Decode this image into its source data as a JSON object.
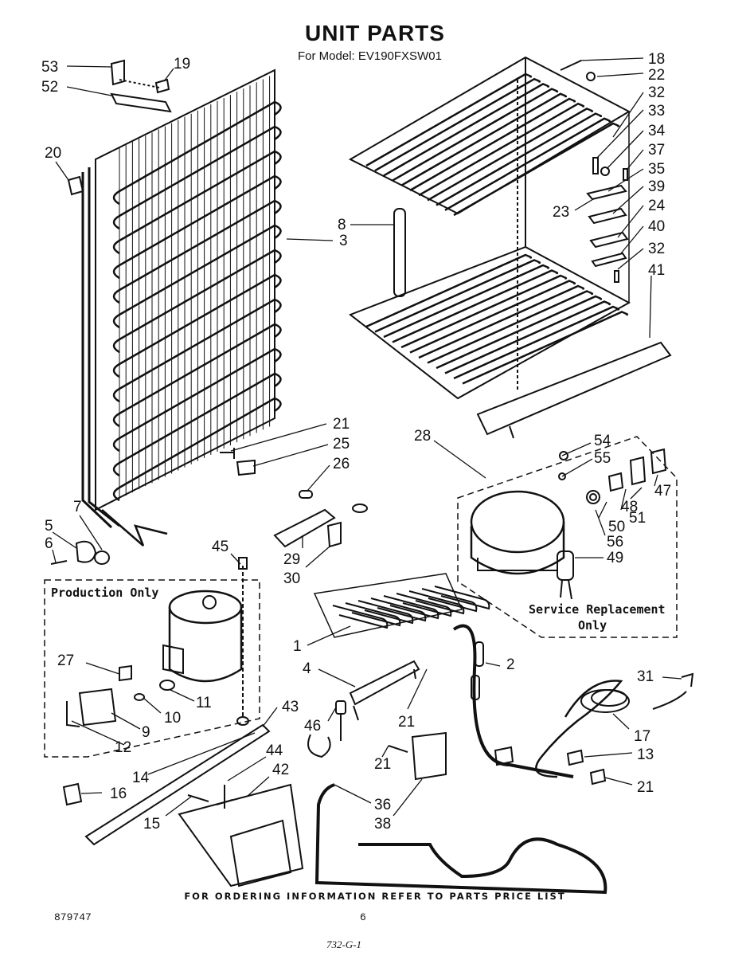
{
  "title": "UNIT PARTS",
  "subtitle": "For Model: EV190FXSW01",
  "boxes": {
    "production": "Production Only",
    "service_line1": "Service Replacement",
    "service_line2": "Only"
  },
  "callouts": [
    {
      "id": "c53",
      "text": "53"
    },
    {
      "id": "c52",
      "text": "52"
    },
    {
      "id": "c19",
      "text": "19"
    },
    {
      "id": "c20",
      "text": "20"
    },
    {
      "id": "c3",
      "text": "3"
    },
    {
      "id": "c8",
      "text": "8"
    },
    {
      "id": "c18",
      "text": "18"
    },
    {
      "id": "c22",
      "text": "22"
    },
    {
      "id": "c32a",
      "text": "32"
    },
    {
      "id": "c33",
      "text": "33"
    },
    {
      "id": "c34",
      "text": "34"
    },
    {
      "id": "c37",
      "text": "37"
    },
    {
      "id": "c35",
      "text": "35"
    },
    {
      "id": "c39",
      "text": "39"
    },
    {
      "id": "c23",
      "text": "23"
    },
    {
      "id": "c24",
      "text": "24"
    },
    {
      "id": "c40",
      "text": "40"
    },
    {
      "id": "c32b",
      "text": "32"
    },
    {
      "id": "c41",
      "text": "41"
    },
    {
      "id": "c21a",
      "text": "21"
    },
    {
      "id": "c25",
      "text": "25"
    },
    {
      "id": "c26",
      "text": "26"
    },
    {
      "id": "c28",
      "text": "28"
    },
    {
      "id": "c54",
      "text": "54"
    },
    {
      "id": "c55",
      "text": "55"
    },
    {
      "id": "c47",
      "text": "47"
    },
    {
      "id": "c48",
      "text": "48"
    },
    {
      "id": "c51",
      "text": "51"
    },
    {
      "id": "c50",
      "text": "50"
    },
    {
      "id": "c56",
      "text": "56"
    },
    {
      "id": "c49",
      "text": "49"
    },
    {
      "id": "c7",
      "text": "7"
    },
    {
      "id": "c5",
      "text": "5"
    },
    {
      "id": "c6",
      "text": "6"
    },
    {
      "id": "c45",
      "text": "45"
    },
    {
      "id": "c29",
      "text": "29"
    },
    {
      "id": "c30",
      "text": "30"
    },
    {
      "id": "c27",
      "text": "27"
    },
    {
      "id": "c11",
      "text": "11"
    },
    {
      "id": "c10",
      "text": "10"
    },
    {
      "id": "c9",
      "text": "9"
    },
    {
      "id": "c12",
      "text": "12"
    },
    {
      "id": "c1",
      "text": "1"
    },
    {
      "id": "c4",
      "text": "4"
    },
    {
      "id": "c2",
      "text": "2"
    },
    {
      "id": "c21b",
      "text": "21"
    },
    {
      "id": "c31",
      "text": "31"
    },
    {
      "id": "c43",
      "text": "43"
    },
    {
      "id": "c46",
      "text": "46"
    },
    {
      "id": "c17",
      "text": "17"
    },
    {
      "id": "c14",
      "text": "14"
    },
    {
      "id": "c44",
      "text": "44"
    },
    {
      "id": "c42",
      "text": "42"
    },
    {
      "id": "c13",
      "text": "13"
    },
    {
      "id": "c16",
      "text": "16"
    },
    {
      "id": "c21c",
      "text": "21"
    },
    {
      "id": "c21d",
      "text": "21"
    },
    {
      "id": "c15",
      "text": "15"
    },
    {
      "id": "c36",
      "text": "36"
    },
    {
      "id": "c38",
      "text": "38"
    }
  ],
  "footer": "FOR ORDERING INFORMATION REFER TO PARTS PRICE LIST",
  "doc_number": "879747",
  "page_number": "6",
  "stamp": "732-G-1"
}
